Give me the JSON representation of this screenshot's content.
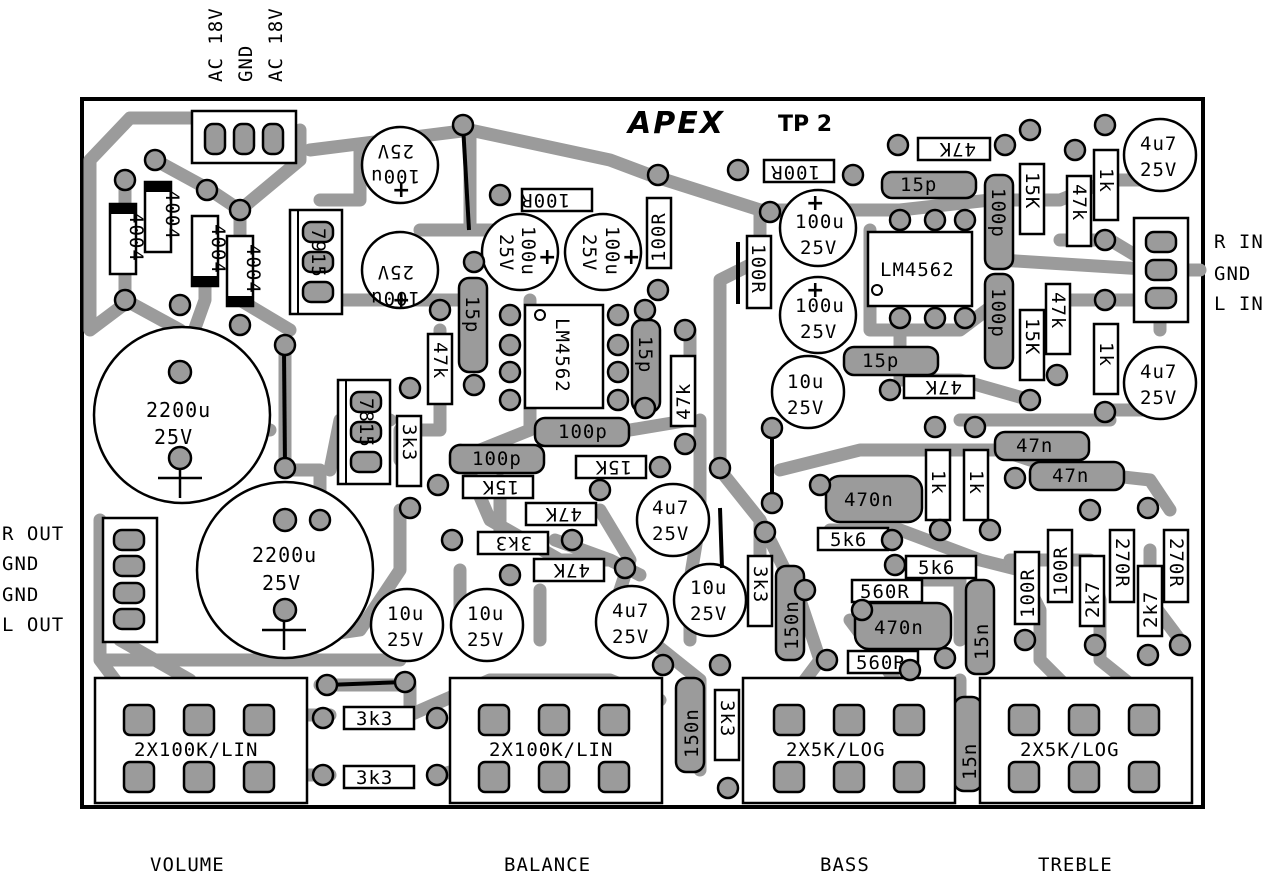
{
  "board": {
    "logo": "APEX",
    "model": "TP 2"
  },
  "power_labels": [
    "AC 18V",
    "GND",
    "AC 18V"
  ],
  "input_labels": [
    "R IN",
    "GND",
    "L IN"
  ],
  "output_labels": [
    "R OUT",
    "GND",
    "GND",
    "L OUT"
  ],
  "pot_labels": [
    "VOLUME",
    "BALANCE",
    "BASS",
    "TREBLE"
  ],
  "pots": [
    "2X100K/LIN",
    "2X100K/LIN",
    "2X5K/LOG",
    "2X5K/LOG"
  ],
  "ics": [
    "LM4562",
    "LM4562"
  ],
  "regulators": [
    "7915",
    "7815"
  ],
  "diodes": [
    "4004",
    "4004",
    "4004",
    "4004"
  ],
  "caps_big": [
    {
      "v": "2200u",
      "r": "25V"
    },
    {
      "v": "2200u",
      "r": "25V"
    }
  ],
  "caps_100u": [
    {
      "v": "100u",
      "r": "25V"
    },
    {
      "v": "100u",
      "r": "25V"
    },
    {
      "v": "100u",
      "r": "25V"
    },
    {
      "v": "100u",
      "r": "25V"
    },
    {
      "v": "100u",
      "r": "25V"
    },
    {
      "v": "100u",
      "r": "25V"
    }
  ],
  "caps_small": [
    {
      "v": "10u",
      "r": "25V"
    },
    {
      "v": "10u",
      "r": "25V"
    },
    {
      "v": "10u",
      "r": "25V"
    },
    {
      "v": "10u",
      "r": "25V"
    },
    {
      "v": "4u7",
      "r": "25V"
    },
    {
      "v": "4u7",
      "r": "25V"
    },
    {
      "v": "4u7",
      "r": "25V"
    },
    {
      "v": "4u7",
      "r": "25V"
    }
  ],
  "resistors": {
    "r100R": "100R",
    "r47k": "47k",
    "r47K": "47K",
    "r15K": "15K",
    "r15k": "15k",
    "r3k3": "3k3",
    "r1k": "1k",
    "r5k6": "5k6",
    "r560R": "560R",
    "r270R": "270R",
    "r2k7": "2k7",
    "r15p": "15p",
    "r100p": "100p",
    "r47n": "47n",
    "r470n": "470n",
    "r150n": "150n",
    "r15n": "15n"
  }
}
